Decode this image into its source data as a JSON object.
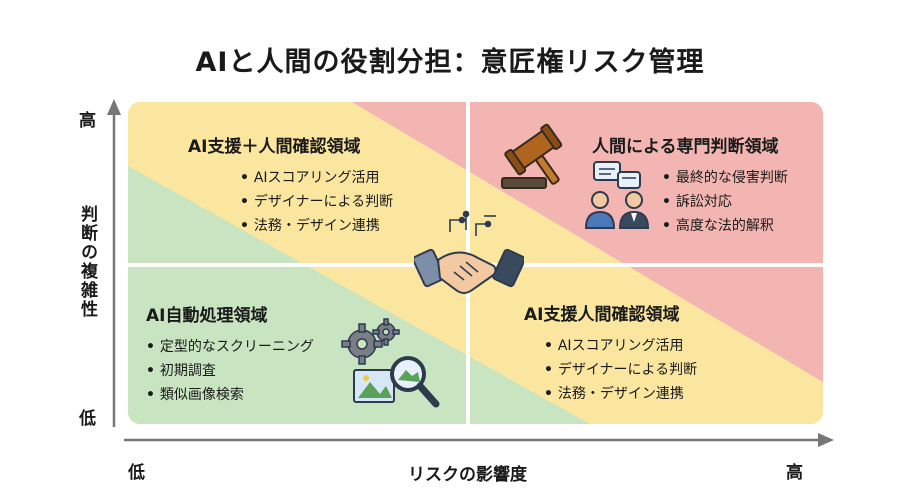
{
  "title": "AIと人間の役割分担：意匠権リスク管理",
  "y_axis": {
    "label": "判断の複雑性",
    "high": "高",
    "low": "低"
  },
  "x_axis": {
    "label": "リスクの影響度",
    "low": "低",
    "high": "高"
  },
  "quadrants": {
    "top_left": {
      "title": "AI支援＋人間確認領域",
      "items": [
        "AIスコアリング活用",
        "デザイナーによる判断",
        "法務・デザイン連携"
      ]
    },
    "top_right": {
      "title": "人間による専門判断領域",
      "items": [
        "最終的な侵害判断",
        "訴訟対応",
        "高度な法的解釈"
      ]
    },
    "bottom_left": {
      "title": "AI自動処理領域",
      "items": [
        "定型的なスクリーニング",
        "初期調査",
        "類似画像検索"
      ]
    },
    "bottom_right": {
      "title": "AI支援人間確認領域",
      "items": [
        "AIスコアリング活用",
        "デザイナーによる判断",
        "法務・デザイン連携"
      ]
    }
  },
  "colors": {
    "green": "#c9e4c0",
    "yellow": "#fbe6a0",
    "red": "#f2b5b2",
    "axis": "#777777"
  },
  "icons": [
    "gavel-icon",
    "discussion-people-icon",
    "handshake-icon",
    "gears-magnifier-icon"
  ]
}
